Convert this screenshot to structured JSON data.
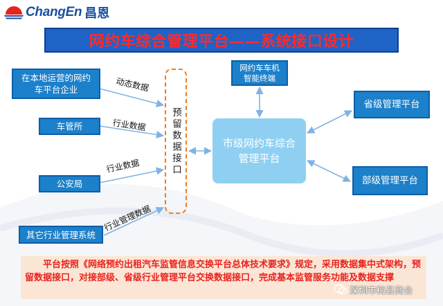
{
  "logo": {
    "name": "ChangEn",
    "name_cn": "昌恩",
    "colors": {
      "red": "#e8231e",
      "blue": "#1a4fa0"
    }
  },
  "title": "网约车综合管理平台——系统接口设计",
  "sources": [
    {
      "label": "在本地运营的网约\n车平台企业",
      "flow": "动态数据"
    },
    {
      "label": "车管所",
      "flow": "行业数据"
    },
    {
      "label": "公安局",
      "flow": "行业数据"
    },
    {
      "label": "其它行业管理系统",
      "flow": "行业管理数据"
    }
  ],
  "interface": "预留数据接口",
  "center": "市级网约车综合\n管理平台",
  "terminal": "网约车车机\n智能终端",
  "province": "省级管理平台",
  "ministry": "部级管理平台",
  "note": "平台按照《网络预约出租汽车监管信息交换平台总体技术要求》规定，采用数据集中式架构，预留数据接口，对接部级、省级行业管理平台交换数据接口，完成基本监管服务功能及数据支撑",
  "watermark": "深圳市梅县商会",
  "colors": {
    "title_bg": "#1f63c6",
    "title_text": "#ff2a2a",
    "box": "#1c80ca",
    "center": "#8fd0f2",
    "interface_border": "#f07c1e",
    "arrow": "#7fb3e6",
    "note_bg": "#fbe6d6",
    "note_text": "#e8231e"
  }
}
